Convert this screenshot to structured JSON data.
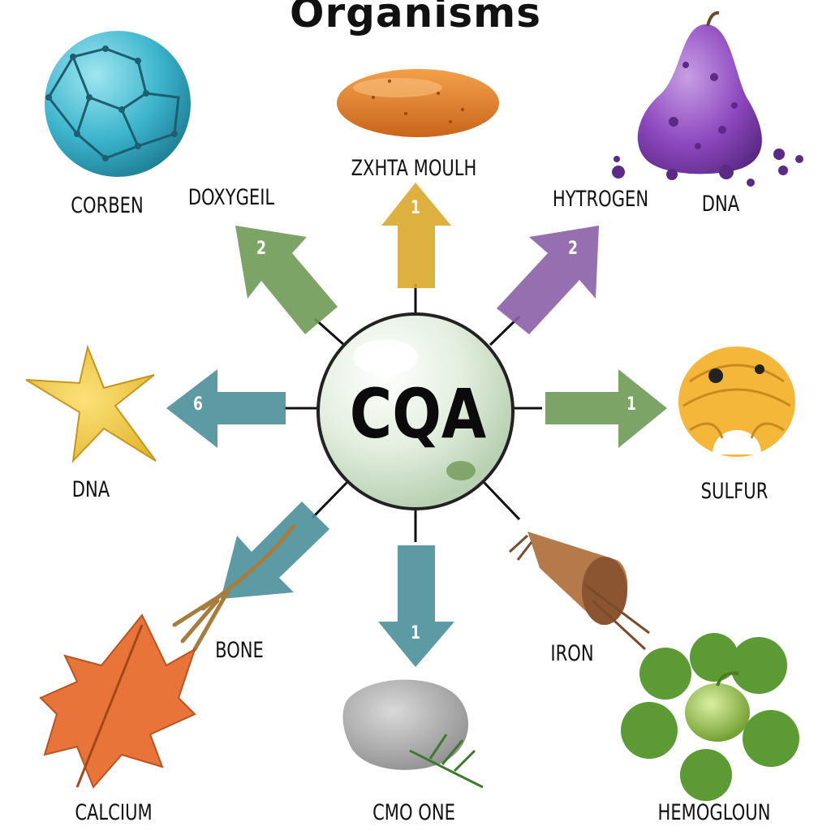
{
  "title": "Organisms",
  "center": "CQA",
  "labels": {
    "corben": "CORBEN",
    "doxygeil": "DOXYGEIL",
    "zxhta": "ZXHTA MOULH",
    "hytrogen": "HYTROGEN",
    "dna_top": "DNA",
    "dna_left": "DNA",
    "sulfur": "SULFUR",
    "bone": "BONE",
    "iron": "IRON",
    "calcium": "CALCIUM",
    "cmo": "CMO ONE",
    "hemogloun": "HEMOGLOUN"
  },
  "arrows": {
    "top": "1",
    "top_left": "2",
    "top_right": "2",
    "left": "6",
    "right": "1",
    "bottom": "1"
  },
  "colors": {
    "green_arrow": "#6f9a57",
    "gold_arrow": "#d9a92b",
    "purple_arrow": "#8a5fa6",
    "teal_arrow": "#4a8f9a"
  }
}
